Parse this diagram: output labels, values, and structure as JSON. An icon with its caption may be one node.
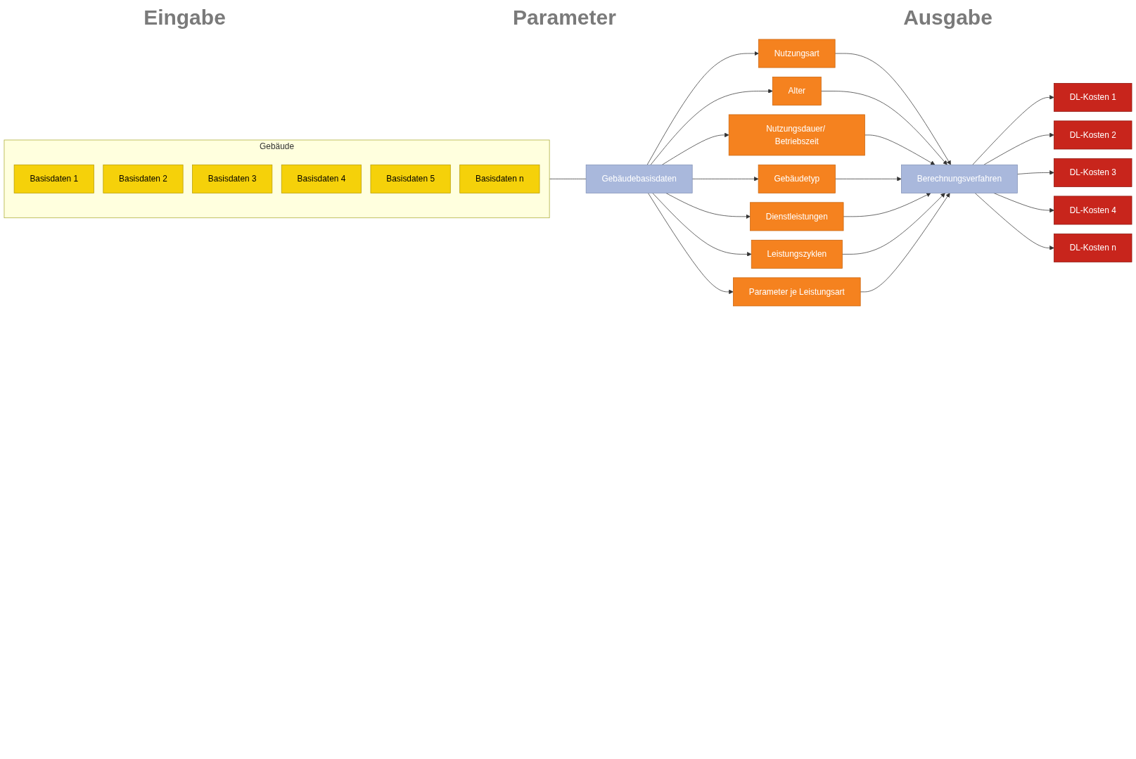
{
  "diagram": {
    "nodes": [
      {
        "text": [
          "Gebäude"
        ]
      },
      {
        "text": [
          "Basisdaten 1"
        ],
        "in": 0
      },
      {
        "text": [
          "Basisdaten 2"
        ],
        "in": 0
      },
      {
        "text": [
          "Basisdaten 3"
        ],
        "in": 0
      },
      {
        "text": [
          "Basisdaten 4"
        ],
        "in": 0
      },
      {
        "text": [
          "Basisdaten 5"
        ],
        "in": 0
      },
      {
        "text": [
          "Basisdaten n"
        ],
        "in": 0
      },
      {
        "text": [
          "Gebäudebasisdaten"
        ]
      },
      {
        "text": [
          "Nutzungsart"
        ]
      },
      {
        "text": [
          "Alter"
        ]
      },
      {
        "text": [
          "Nutzungsdauer/ Betriebszeit"
        ]
      },
      {
        "text": [
          "Gebäudetyp"
        ]
      },
      {
        "text": [
          "Dienstleistungen"
        ]
      },
      {
        "text": [
          "Leistungszyklen"
        ]
      },
      {
        "text": [
          "Parameter je Leistungsart"
        ]
      },
      {
        "text": [
          "Berechnungsverfahren"
        ]
      },
      {
        "text": [
          "DL-Kosten 1"
        ]
      },
      {
        "text": [
          "DL-Kosten 2"
        ]
      },
      {
        "text": [
          "DL-Kosten 3"
        ]
      },
      {
        "text": [
          "DL-Kosten 4"
        ]
      },
      {
        "text": [
          "DL-Kosten n"
        ]
      }
    ],
    "edges": [
      {
        "from": 0,
        "to": 7,
        "arrow": "none"
      },
      {
        "from": 7,
        "to": 8,
        "arrow": "to"
      },
      {
        "from": 7,
        "to": 9,
        "arrow": "to"
      },
      {
        "from": 7,
        "to": 10,
        "arrow": "to"
      },
      {
        "from": 7,
        "to": 11,
        "arrow": "to"
      },
      {
        "from": 7,
        "to": 12,
        "arrow": "to"
      },
      {
        "from": 7,
        "to": 13,
        "arrow": "to"
      },
      {
        "from": 7,
        "to": 14,
        "arrow": "to"
      },
      {
        "from": 8,
        "to": 15,
        "arrow": "to"
      },
      {
        "from": 9,
        "to": 15,
        "arrow": "to"
      },
      {
        "from": 10,
        "to": 15,
        "arrow": "to"
      },
      {
        "from": 11,
        "to": 15,
        "arrow": "to"
      },
      {
        "from": 12,
        "to": 15,
        "arrow": "to"
      },
      {
        "from": 13,
        "to": 15,
        "arrow": "to"
      },
      {
        "from": 14,
        "to": 15,
        "arrow": "to"
      },
      {
        "from": 15,
        "to": 16,
        "arrow": "to"
      },
      {
        "from": 15,
        "to": 17,
        "arrow": "to"
      },
      {
        "from": 15,
        "to": 18,
        "arrow": "to"
      },
      {
        "from": 15,
        "to": 19,
        "arrow": "to"
      },
      {
        "from": 15,
        "to": 20,
        "arrow": "to"
      }
    ],
    "labels": [
      "Eingabe",
      "Parameter",
      "Ausgabe"
    ]
  }
}
